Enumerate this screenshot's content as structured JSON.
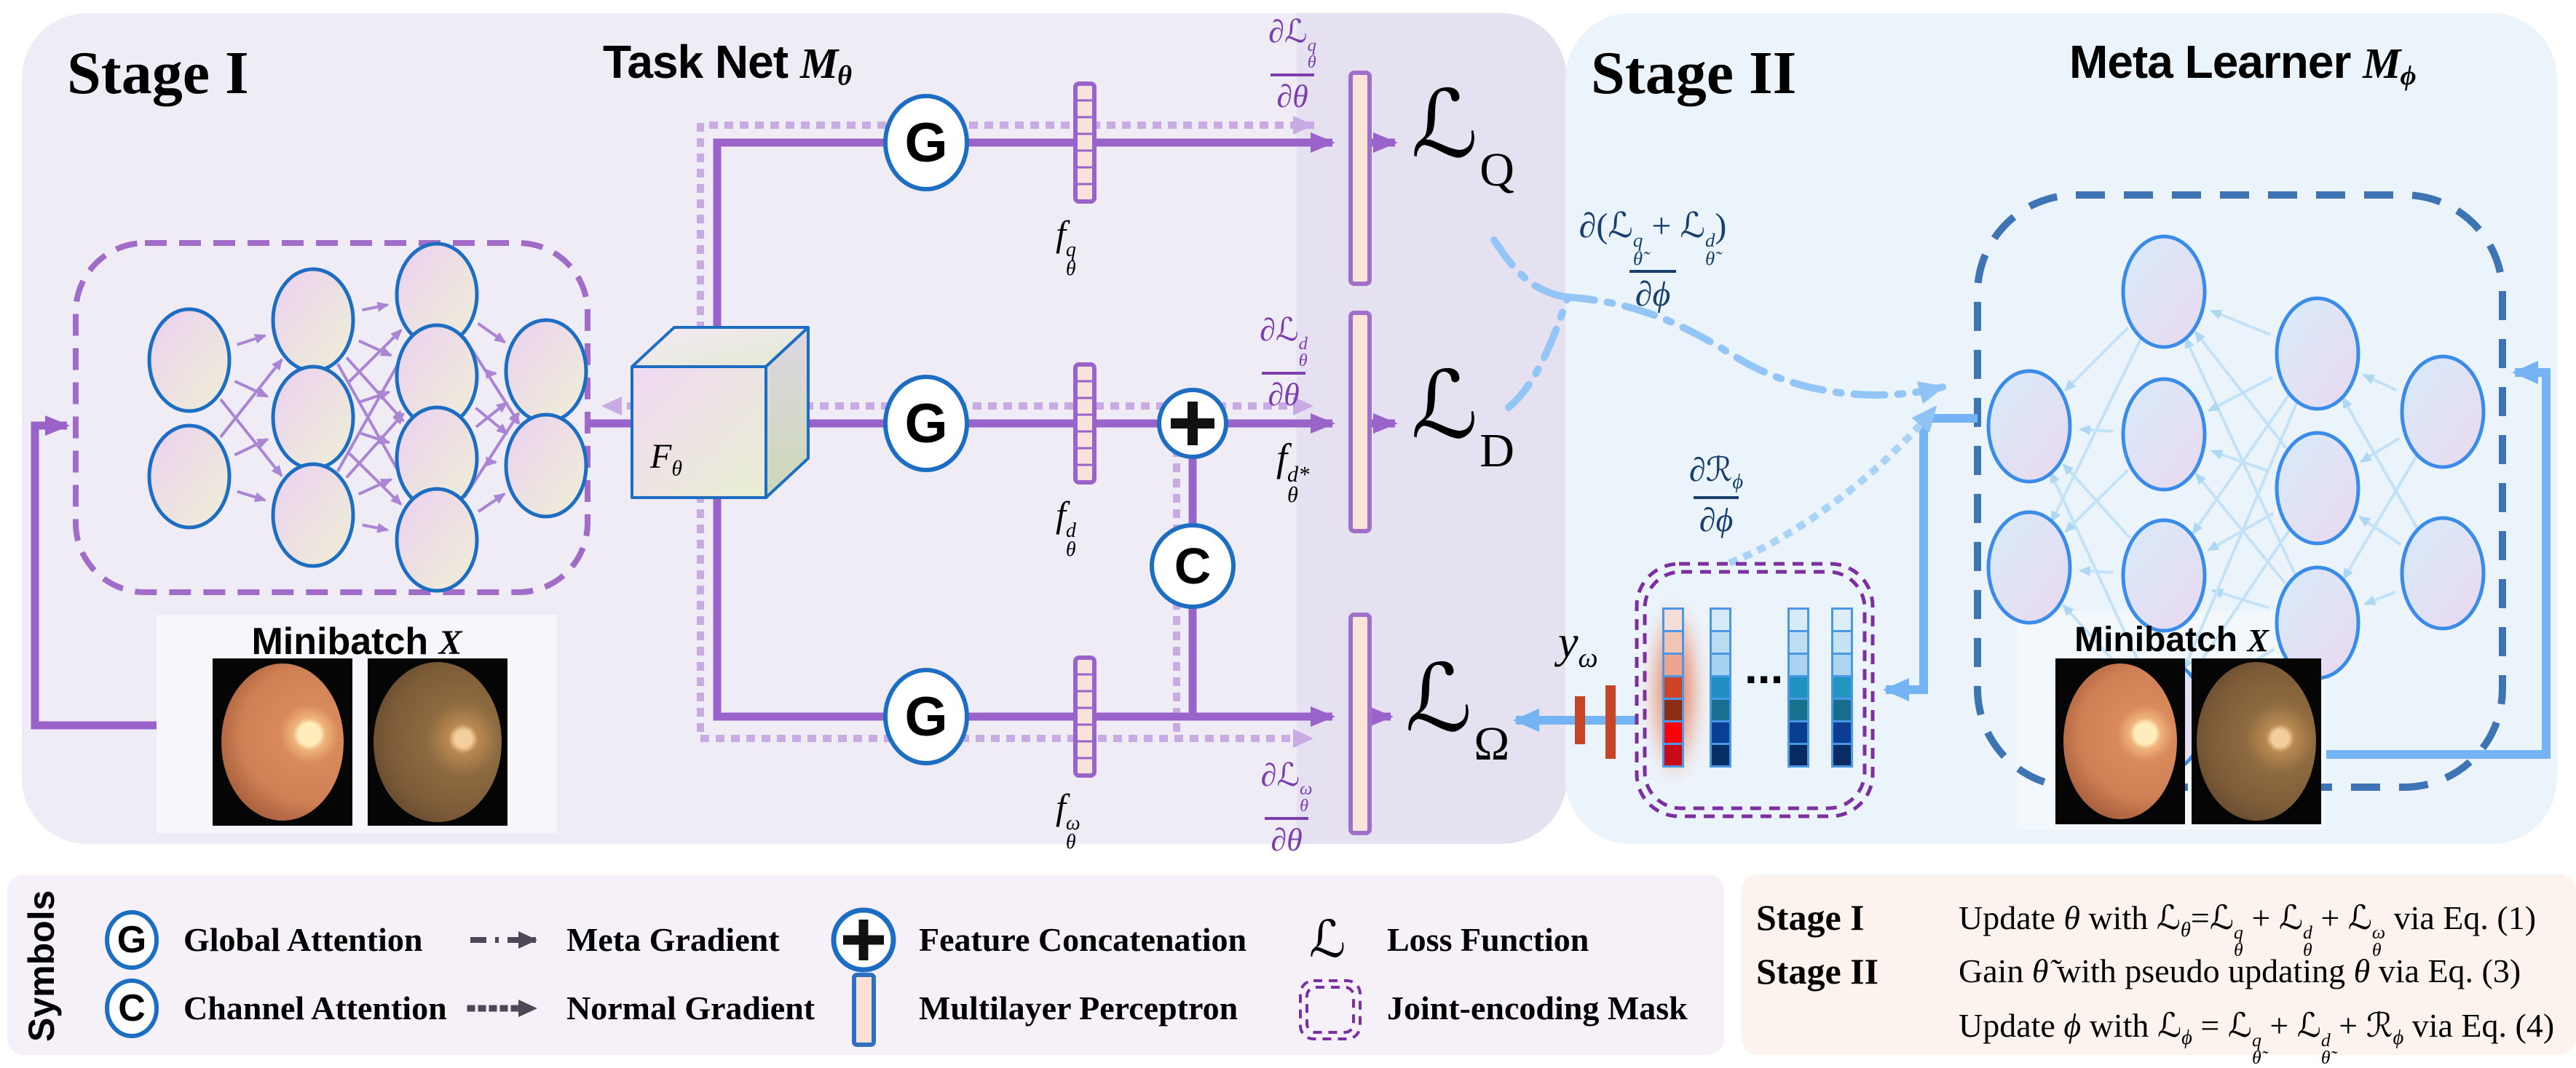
{
  "palette": {
    "purple": "#9a63c9",
    "purple_dotted": "#c9abe4",
    "purple_dashed_box": "#a06cc7",
    "mask_purple": "#7b2fa0",
    "blue": "#74b4f4",
    "blue_dashdot": "#93c6f6",
    "blue_dotted": "#a9d2f7",
    "meta_box_blue": "#3f74b4",
    "node_border_blue": "#1d6ec2",
    "meta_node_border": "#3b8ce8",
    "mlp_fill": "#fbe4da",
    "mlp_border": "#a070c8",
    "red_bar": "#c64527",
    "grad_text_purple": "#7b3fae",
    "grad_text_navy": "#17406e"
  },
  "stage1": {
    "title": "Stage I",
    "tasknet_title": [
      {
        "t": "Task Net  ",
        "k": "b"
      },
      {
        "t": "M",
        "k": "mi"
      },
      {
        "t": "θ",
        "k": "msub"
      }
    ],
    "minibatch_label": [
      {
        "t": "Minibatch ",
        "k": "b"
      },
      {
        "t": "X",
        "k": "mi"
      }
    ],
    "feature_cube_label": [
      {
        "t": "F",
        "k": "i"
      },
      {
        "t": "θ",
        "k": "sub"
      }
    ],
    "g_label": "G",
    "c_label": "C",
    "plus_label": "+",
    "f_q": [
      {
        "t": "f",
        "k": "i"
      },
      {
        "t": "q|θ",
        "k": "ss"
      }
    ],
    "f_d": [
      {
        "t": "f",
        "k": "i"
      },
      {
        "t": "d|θ",
        "k": "ss"
      }
    ],
    "f_w": [
      {
        "t": "f",
        "k": "i"
      },
      {
        "t": "ω|θ",
        "k": "ss"
      }
    ],
    "f_dstar": [
      {
        "t": "f",
        "k": "i"
      },
      {
        "t": "d*|θ",
        "k": "ss"
      }
    ],
    "loss_q": {
      "main": "ℒ",
      "sub": "Q"
    },
    "loss_d": {
      "main": "ℒ",
      "sub": "D"
    },
    "loss_w": {
      "main": "ℒ",
      "sub": "Ω"
    },
    "grad_q": {
      "num": [
        {
          "t": "∂",
          "k": "n"
        },
        {
          "t": "ℒ",
          "k": "scr2"
        },
        {
          "t": "q|θ",
          "k": "ss"
        }
      ],
      "den": [
        {
          "t": "∂",
          "k": "n"
        },
        {
          "t": "θ",
          "k": "i"
        }
      ]
    },
    "grad_d": {
      "num": [
        {
          "t": "∂",
          "k": "n"
        },
        {
          "t": "ℒ",
          "k": "scr2"
        },
        {
          "t": "d|θ",
          "k": "ss"
        }
      ],
      "den": [
        {
          "t": "∂",
          "k": "n"
        },
        {
          "t": "θ",
          "k": "i"
        }
      ]
    },
    "grad_w": {
      "num": [
        {
          "t": "∂",
          "k": "n"
        },
        {
          "t": "ℒ",
          "k": "scr2"
        },
        {
          "t": "ω|θ",
          "k": "ss"
        }
      ],
      "den": [
        {
          "t": "∂",
          "k": "n"
        },
        {
          "t": "θ",
          "k": "i"
        }
      ]
    }
  },
  "stage2": {
    "title": "Stage II",
    "metalearner_title": [
      {
        "t": "Meta Learner  ",
        "k": "b"
      },
      {
        "t": "M",
        "k": "mi"
      },
      {
        "t": "ϕ",
        "k": "msub"
      }
    ],
    "minibatch_label": [
      {
        "t": "Minibatch ",
        "k": "b"
      },
      {
        "t": "X",
        "k": "mi"
      }
    ],
    "grad_meta": {
      "num": [
        {
          "t": "∂(",
          "k": "n"
        },
        {
          "t": "ℒ",
          "k": "scr2"
        },
        {
          "t": "q|θ̃",
          "k": "ss"
        },
        {
          "t": " + ",
          "k": "n"
        },
        {
          "t": "ℒ",
          "k": "scr2"
        },
        {
          "t": "d|θ̃",
          "k": "ss"
        },
        {
          "t": ")",
          "k": "n"
        }
      ],
      "den": [
        {
          "t": "∂",
          "k": "n"
        },
        {
          "t": "ϕ",
          "k": "i"
        }
      ]
    },
    "grad_r": {
      "num": [
        {
          "t": "∂",
          "k": "n"
        },
        {
          "t": "ℛ",
          "k": "scr2"
        },
        {
          "t": "ϕ",
          "k": "sub"
        }
      ],
      "den": [
        {
          "t": "∂",
          "k": "n"
        },
        {
          "t": "ϕ",
          "k": "i"
        }
      ]
    },
    "y_w": [
      {
        "t": "y",
        "k": "i"
      },
      {
        "t": "ω",
        "k": "sub"
      }
    ],
    "dots": "...",
    "mask_cols": [
      [
        "#f6ded8",
        "#f2c4b4",
        "#eda58f",
        "#cc4423",
        "#8c2c12",
        "#fb0007",
        "#c60a18"
      ],
      [
        "#d5e9f7",
        "#bcdcf2",
        "#a7d2ed",
        "#1f8fc4",
        "#186f8e",
        "#0b3f96",
        "#082f63"
      ],
      [
        "#d8ebf8",
        "#c0def3",
        "#a9d3ee",
        "#1f94c0",
        "#16718f",
        "#0a3f8f",
        "#082a60"
      ],
      [
        "#dceef9",
        "#c6e2f5",
        "#add5ef",
        "#2196be",
        "#166d8c",
        "#0b3e92",
        "#082c63"
      ]
    ]
  },
  "legend": {
    "heading": "Symbols",
    "g": "G",
    "c": "C",
    "plus": "+",
    "loss_icon": "ℒ",
    "items": {
      "global": "Global Attention",
      "channel": "Channel Attention",
      "meta": "Meta Gradient",
      "normal": "Normal Gradient",
      "concat": "Feature Concatenation",
      "mlp": "Multilayer Perceptron",
      "loss": "Loss Function",
      "mask": "Joint-encoding Mask"
    }
  },
  "equations": {
    "rows": [
      {
        "label": "Stage I",
        "body": [
          {
            "t": "Update ",
            "k": "n"
          },
          {
            "t": "θ",
            "k": "i"
          },
          {
            "t": " with ",
            "k": "n"
          },
          {
            "t": "ℒ",
            "k": "scr2"
          },
          {
            "t": "θ",
            "k": "sub"
          },
          {
            "t": "=",
            "k": "n"
          },
          {
            "t": "ℒ",
            "k": "scr2"
          },
          {
            "t": "q|θ",
            "k": "ss"
          },
          {
            "t": " + ",
            "k": "n"
          },
          {
            "t": "ℒ",
            "k": "scr2"
          },
          {
            "t": "d|θ",
            "k": "ss"
          },
          {
            "t": " + ",
            "k": "n"
          },
          {
            "t": "ℒ",
            "k": "scr2"
          },
          {
            "t": "ω|θ",
            "k": "ss"
          },
          {
            "t": " via Eq. (1)",
            "k": "n"
          }
        ]
      },
      {
        "label": "Stage II",
        "body": [
          {
            "t": "Gain ",
            "k": "n"
          },
          {
            "t": "θ̃",
            "k": "i"
          },
          {
            "t": " with pseudo updating ",
            "k": "n"
          },
          {
            "t": "θ",
            "k": "i"
          },
          {
            "t": " via Eq. (3)",
            "k": "n"
          }
        ]
      },
      {
        "label": "",
        "body": [
          {
            "t": "Update ",
            "k": "n"
          },
          {
            "t": "ϕ",
            "k": "i"
          },
          {
            "t": " with ",
            "k": "n"
          },
          {
            "t": "ℒ",
            "k": "scr2"
          },
          {
            "t": "ϕ",
            "k": "sub"
          },
          {
            "t": " = ",
            "k": "n"
          },
          {
            "t": "ℒ",
            "k": "scr2"
          },
          {
            "t": "q|θ̃",
            "k": "ss"
          },
          {
            "t": " + ",
            "k": "n"
          },
          {
            "t": "ℒ",
            "k": "scr2"
          },
          {
            "t": "d|θ̃",
            "k": "ss"
          },
          {
            "t": " + ",
            "k": "n"
          },
          {
            "t": "ℛ",
            "k": "scr2"
          },
          {
            "t": "ϕ",
            "k": "sub"
          },
          {
            "t": " via Eq. (4)",
            "k": "n"
          }
        ]
      }
    ]
  }
}
